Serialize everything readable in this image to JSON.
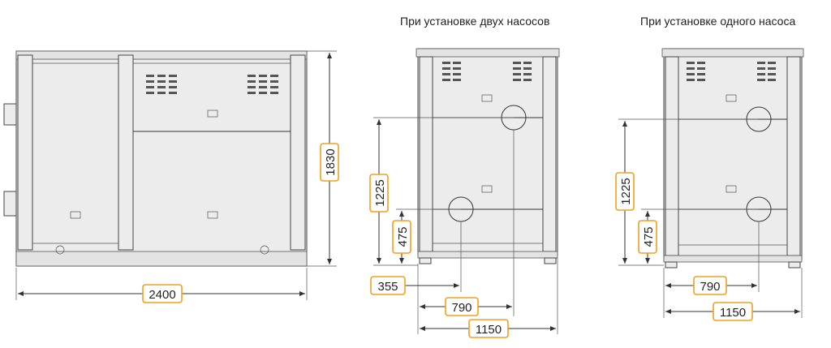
{
  "captions": {
    "two_pumps": "При установке двух насосов",
    "one_pump": "При установке одного насоса"
  },
  "dimensions": {
    "width_total": "2400",
    "height_total": "1830",
    "two_pumps": {
      "height_upper": "1225",
      "height_lower": "475",
      "offset_lower": "355",
      "offset_upper": "790",
      "width": "1150"
    },
    "one_pump": {
      "height_upper": "1225",
      "height_lower": "475",
      "offset": "790",
      "width": "1150"
    }
  },
  "colors": {
    "dimension_box": "#f0a020",
    "body": "#ececec",
    "outline": "#444444"
  }
}
